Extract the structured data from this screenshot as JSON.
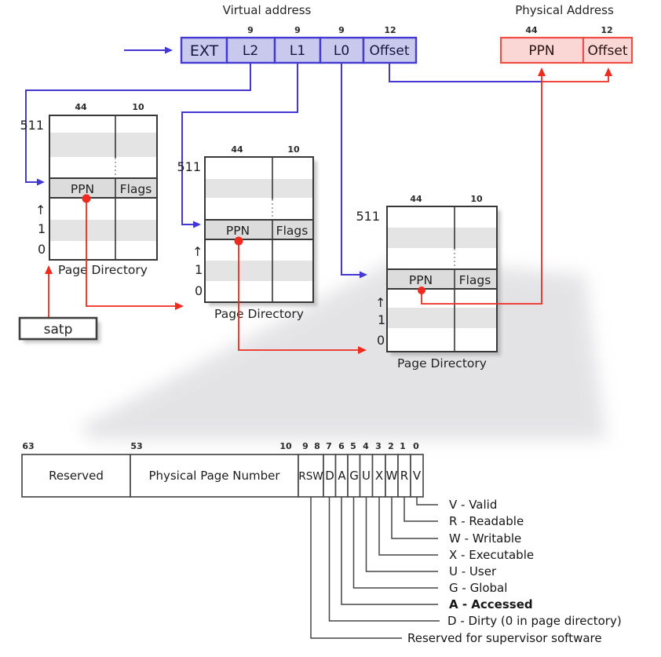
{
  "virtual_address": {
    "title": "Virtual address",
    "fields": [
      {
        "label": "EXT",
        "bits": ""
      },
      {
        "label": "L2",
        "bits": "9"
      },
      {
        "label": "L1",
        "bits": "9"
      },
      {
        "label": "L0",
        "bits": "9"
      },
      {
        "label": "Offset",
        "bits": "12"
      }
    ]
  },
  "physical_address": {
    "title": "Physical Address",
    "fields": [
      {
        "label": "PPN",
        "bits": "44"
      },
      {
        "label": "Offset",
        "bits": "12"
      }
    ]
  },
  "page_directories": [
    {
      "ppn_bits": "44",
      "flags_bits": "10",
      "top_index": "511",
      "index_1": "1",
      "index_0": "0",
      "entry_ppn": "PPN",
      "entry_flags": "Flags",
      "caption": "Page Directory"
    },
    {
      "ppn_bits": "44",
      "flags_bits": "10",
      "top_index": "511",
      "index_1": "1",
      "index_0": "0",
      "entry_ppn": "PPN",
      "entry_flags": "Flags",
      "caption": "Page Directory"
    },
    {
      "ppn_bits": "44",
      "flags_bits": "10",
      "top_index": "511",
      "index_1": "1",
      "index_0": "0",
      "entry_ppn": "PPN",
      "entry_flags": "Flags",
      "caption": "Page Directory"
    }
  ],
  "satp": {
    "label": "satp"
  },
  "glyphs": {
    "up_arrow": "↑"
  },
  "pte": {
    "bit_positions": [
      "63",
      "53",
      "10",
      "9",
      "8",
      "7",
      "6",
      "5",
      "4",
      "3",
      "2",
      "1",
      "0"
    ],
    "fields": [
      {
        "label": "Reserved"
      },
      {
        "label": "Physical Page Number"
      },
      {
        "label": "RSW"
      },
      {
        "label": "D"
      },
      {
        "label": "A"
      },
      {
        "label": "G"
      },
      {
        "label": "U"
      },
      {
        "label": "X"
      },
      {
        "label": "W"
      },
      {
        "label": "R"
      },
      {
        "label": "V"
      }
    ],
    "legend": [
      {
        "text": "V - Valid"
      },
      {
        "text": "R  - Readable"
      },
      {
        "text": "W - Writable"
      },
      {
        "text": "X - Executable"
      },
      {
        "text": "U - User"
      },
      {
        "text": "G - Global"
      },
      {
        "text": "A - Accessed"
      },
      {
        "text": "D - Dirty (0 in page directory)"
      },
      {
        "text": "Reserved for supervisor software"
      }
    ]
  },
  "colors": {
    "va_fill": "#c9c9ee",
    "va_stroke": "#453bd1",
    "pa_fill": "#fad7d4",
    "pa_stroke": "#ef4f45",
    "arrow_blue": "#4338d2",
    "arrow_red": "#ee2b20",
    "table_stroke": "#383838",
    "row_highlight": "#dcdcdc",
    "stripe": "#e4e4e4"
  }
}
